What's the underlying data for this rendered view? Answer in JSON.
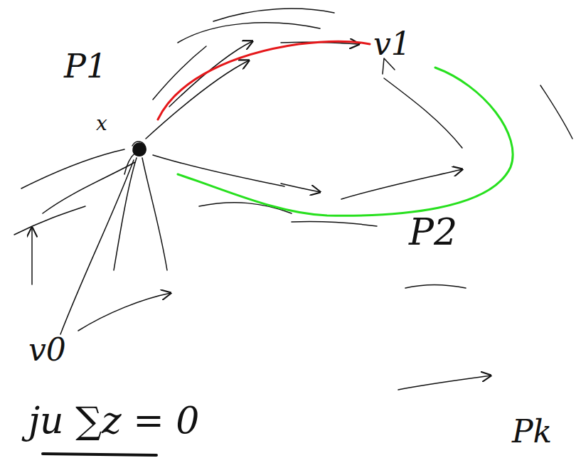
{
  "diagram": {
    "labels": [
      "P1",
      "x",
      "v1",
      "P2",
      "v0",
      "ju ∑z = 0",
      "Pk"
    ]
  }
}
